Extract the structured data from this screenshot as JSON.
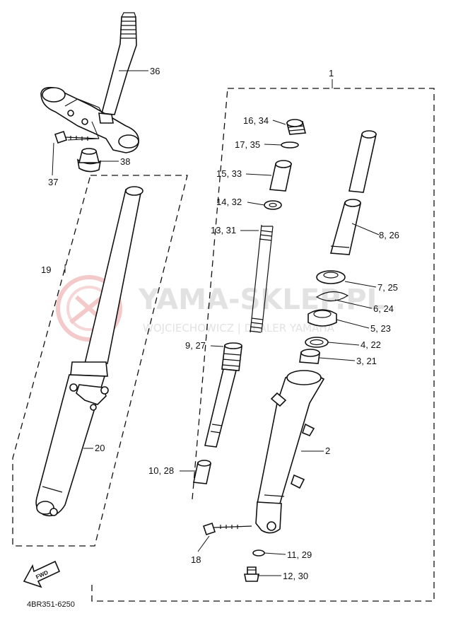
{
  "callouts": {
    "c1": "1",
    "c2": "2",
    "c3_21": "3, 21",
    "c4_22": "4, 22",
    "c5_23": "5, 23",
    "c6_24": "6, 24",
    "c7_25": "7, 25",
    "c8_26": "8, 26",
    "c9_27": "9, 27",
    "c10_28": "10, 28",
    "c11_29": "11, 29",
    "c12_30": "12, 30",
    "c13_31": "13, 31",
    "c14_32": "14, 32",
    "c15_33": "15, 33",
    "c16_34": "16, 34",
    "c17_35": "17, 35",
    "c18": "18",
    "c19": "19",
    "c20": "20",
    "c36": "36",
    "c37": "37",
    "c38": "38"
  },
  "fwd_arrow_text": "FWD",
  "diagram_code": "4BR351-6250",
  "watermark": {
    "brand": "YAMA-SKLEP.PL",
    "subline": "WOJCIECHOWICZ | DEALER YAMAHA"
  },
  "icons": {
    "watermark_logo": "wrench-circle-logo",
    "direction": "fwd-arrow-icon"
  },
  "colors": {
    "line": "#111111",
    "background": "#ffffff",
    "watermark": "#e2e2e2",
    "watermark_logo": "#f3c9c9"
  }
}
